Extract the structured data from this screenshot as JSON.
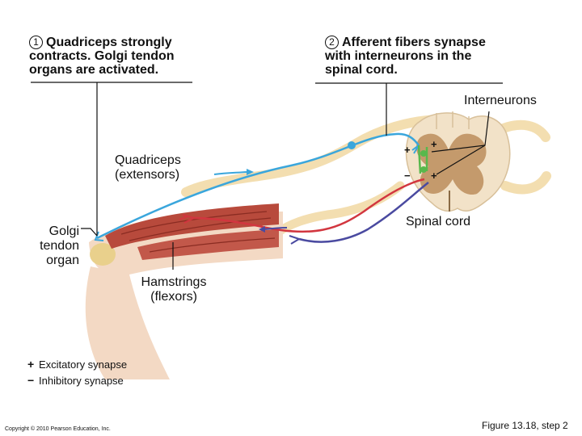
{
  "step1": {
    "number": "1",
    "text_line1": "Quadriceps strongly",
    "text_line2": "contracts. Golgi tendon",
    "text_line3": "organs are activated."
  },
  "step2": {
    "number": "2",
    "text_line1": "Afferent fibers synapse",
    "text_line2": "with interneurons in the",
    "text_line3": "spinal cord."
  },
  "labels": {
    "interneurons": "Interneurons",
    "quadriceps_line1": "Quadriceps",
    "quadriceps_line2": "(extensors)",
    "golgi_line1": "Golgi",
    "golgi_line2": "tendon",
    "golgi_line3": "organ",
    "spinal_cord": "Spinal cord",
    "hamstrings_line1": "Hamstrings",
    "hamstrings_line2": "(flexors)"
  },
  "legend": {
    "plus": "+",
    "excitatory": "Excitatory synapse",
    "minus": "−",
    "inhibitory": "Inhibitory synapse"
  },
  "cord_signs": {
    "top_left": "+",
    "top_right": "+",
    "bottom_left": "−",
    "bottom_right": "+"
  },
  "footer": {
    "copyright": "Copyright © 2010 Pearson Education, Inc.",
    "figure": "Figure 13.18, step 2"
  },
  "colors": {
    "afferent": "#3aa6dc",
    "motor_excitatory": "#d2363f",
    "motor_inhibited": "#4a4aa0",
    "interneuron": "#58b84c",
    "nerve": "#f3deb0",
    "muscle": "#b84a3c",
    "gray_matter": "#c49a6c",
    "white_matter": "#f2e2c8"
  }
}
